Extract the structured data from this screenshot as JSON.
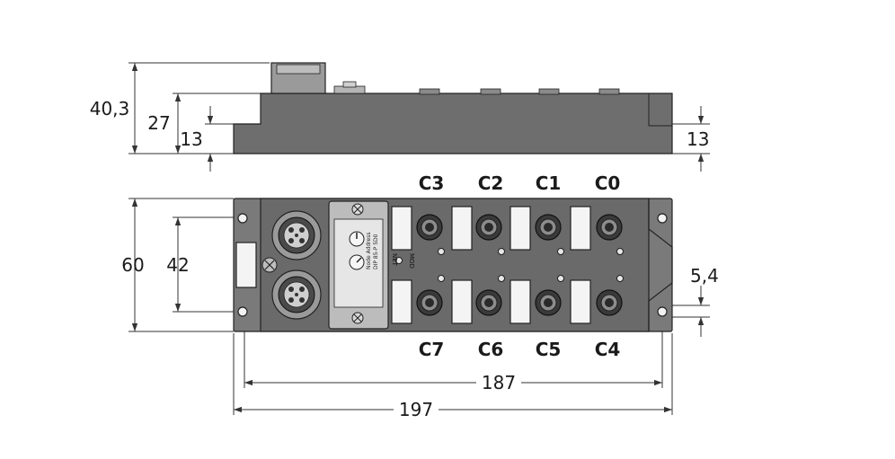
{
  "dimensions": {
    "height_total": "40,3",
    "height_body": "27",
    "height_flange": "13",
    "height_flange_right": "13",
    "width": "60",
    "hole_spacing_vertical": "42",
    "hole_diameter": "5,4",
    "hole_spacing_horizontal": "187",
    "length": "197"
  },
  "channels": {
    "top": [
      "C3",
      "C2",
      "C1",
      "C0"
    ],
    "bottom": [
      "C7",
      "C6",
      "C5",
      "C4"
    ]
  },
  "device_labels": {
    "mod": "MOD",
    "net": "NET",
    "node_address": "Node Address",
    "dip": "DIP 85-P 5D0"
  },
  "colors": {
    "housing": "#6e6e6e",
    "label_window": "#f4f4f4",
    "ink": "#1a1a1a"
  }
}
